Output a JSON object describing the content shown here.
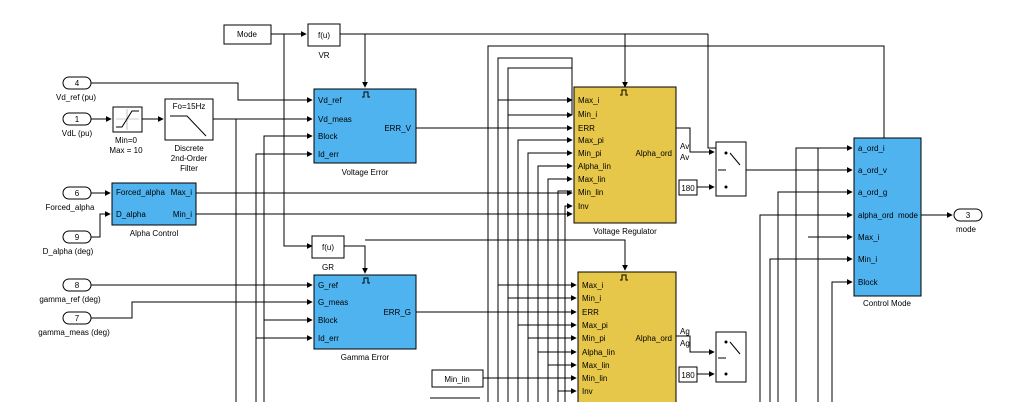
{
  "inports": {
    "vd_ref": {
      "num": "4",
      "label": "Vd_ref (pu)"
    },
    "vdl": {
      "num": "1",
      "label": "VdL (pu)"
    },
    "forced_alpha": {
      "num": "6",
      "label": "Forced_alpha"
    },
    "d_alpha": {
      "num": "9",
      "label": "D_alpha (deg)"
    },
    "gamma_ref": {
      "num": "8",
      "label": "gamma_ref (deg)"
    },
    "gamma_meas": {
      "num": "7",
      "label": "gamma_meas (deg)"
    }
  },
  "outport": {
    "num": "3",
    "label": "mode"
  },
  "mode_const": "Mode",
  "min_lin_const": "Min_lin",
  "fcn_vr": {
    "expr": "f(u)",
    "label": "VR"
  },
  "fcn_gr": {
    "expr": "f(u)",
    "label": "GR"
  },
  "saturation": {
    "line1": "Min=0",
    "line2": "Max = 10"
  },
  "filter": {
    "param": "Fo=15Hz",
    "line1": "Discrete",
    "line2": "2nd-Order",
    "line3": "Filter"
  },
  "alpha_control": {
    "title": "Alpha Control",
    "in1": "Forced_alpha",
    "in2": "D_alpha",
    "out1": "Max_i",
    "out2": "Min_i"
  },
  "voltage_error": {
    "title": "Voltage Error",
    "in1": "Vd_ref",
    "in2": "Vd_meas",
    "in3": "Block",
    "in4": "Id_err",
    "out": "ERR_V"
  },
  "gamma_error": {
    "title": "Gamma Error",
    "in1": "G_ref",
    "in2": "G_meas",
    "in3": "Block",
    "in4": "Id_err",
    "out": "ERR_G"
  },
  "voltage_regulator": {
    "title": "Voltage Regulator",
    "inputs": [
      "Max_i",
      "Min_i",
      "ERR",
      "Max_pi",
      "Min_pi",
      "Alpha_lin",
      "Max_lin",
      "Min_lin",
      "Inv"
    ],
    "out": "Alpha_ord"
  },
  "gamma_regulator": {
    "inputs": [
      "Max_i",
      "Min_i",
      "ERR",
      "Max_pi",
      "Min_pi",
      "Alpha_lin",
      "Max_lin",
      "Min_lin",
      "Inv"
    ],
    "out": "Alpha_ord"
  },
  "av_goto": "Av",
  "av_from": "Av",
  "ag_goto": "Ag",
  "ag_from": "Ag",
  "const_180_top": "180",
  "const_180_bottom": "180",
  "control_mode": {
    "title": "Control Mode",
    "inputs": [
      "a_ord_i",
      "a_ord_v",
      "a_ord_g",
      "alpha_ord",
      "Max_i",
      "Min_i",
      "Block"
    ],
    "out": "mode"
  }
}
